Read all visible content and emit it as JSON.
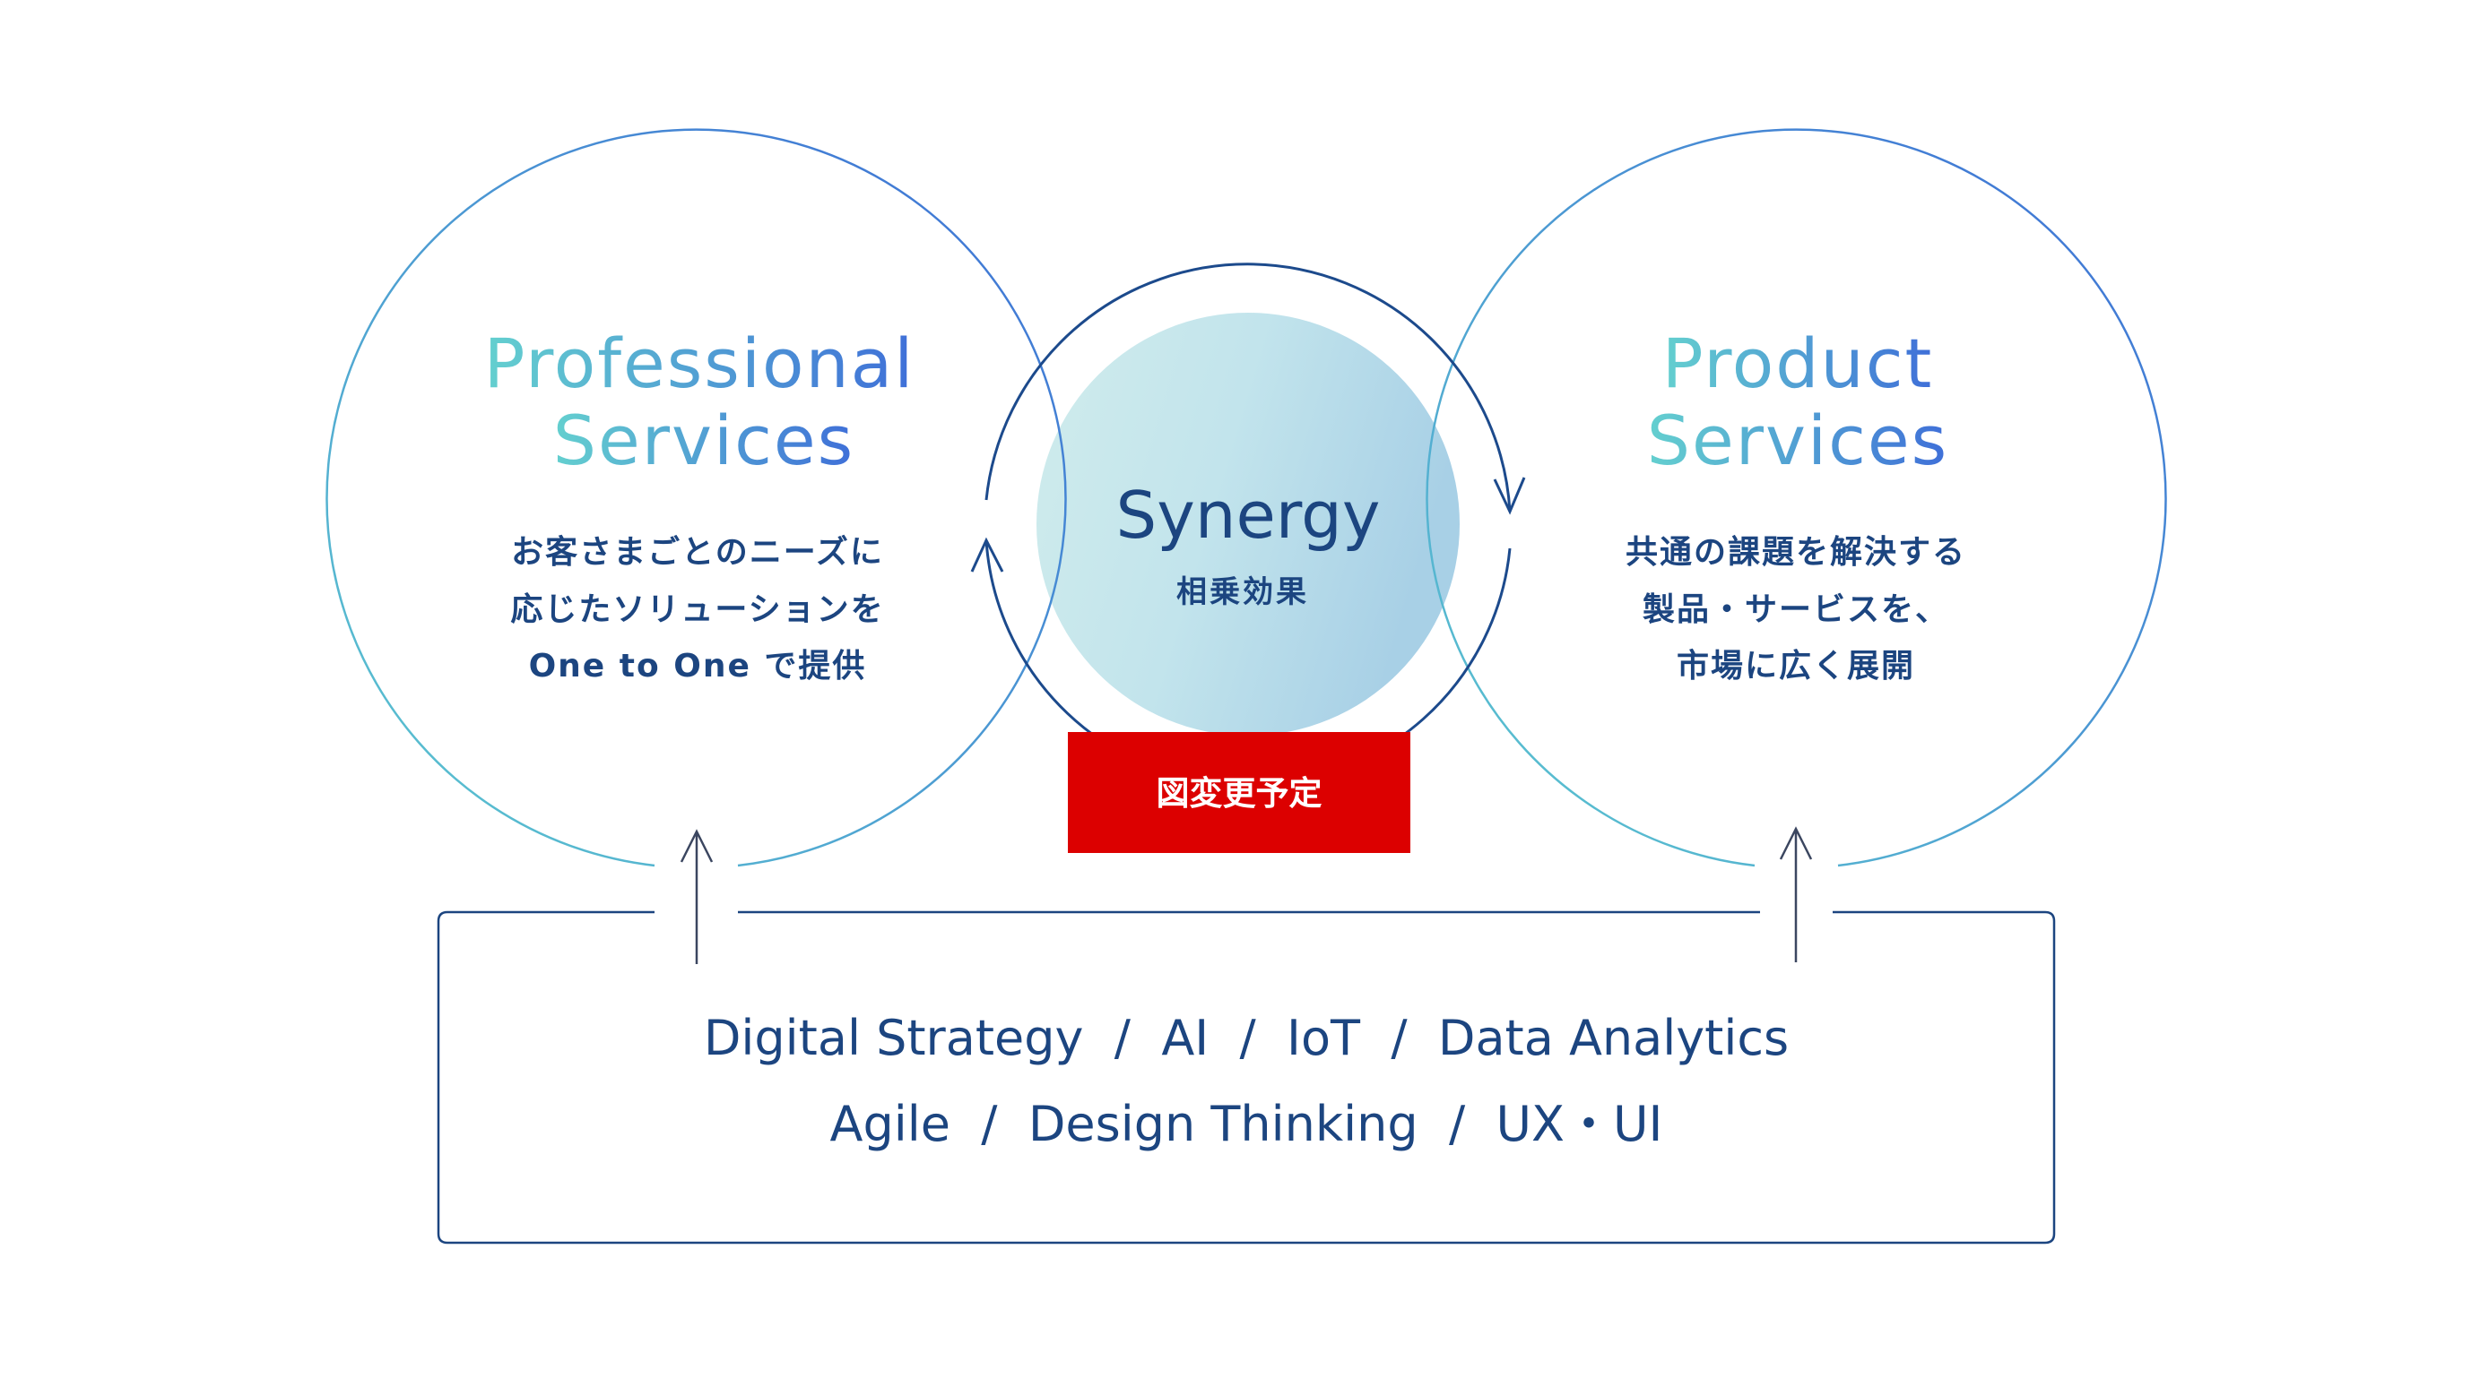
{
  "left": {
    "title_line1": "Professional",
    "title_line2": "Services",
    "desc": [
      "お客さまごとのニーズに",
      "応じたソリューションを",
      "One to One で提供"
    ]
  },
  "right": {
    "title_line1": "Product",
    "title_line2": "Services",
    "desc": [
      "共通の課題を解決する",
      "製品・サービスを、",
      "市場に広く展開"
    ]
  },
  "center": {
    "title": "Synergy",
    "subtitle": "相乗効果",
    "notice": "図変更予定"
  },
  "foundation": {
    "line1": "Digital Strategy  /  AI  /  IoT  /  Data Analytics",
    "line2": "Agile  /  Design Thinking  /  UX・UI"
  },
  "colors": {
    "teal": "#5ecfcf",
    "blue": "#3f6fd8",
    "navy": "#1c4580",
    "notice_red": "#dc0000"
  }
}
